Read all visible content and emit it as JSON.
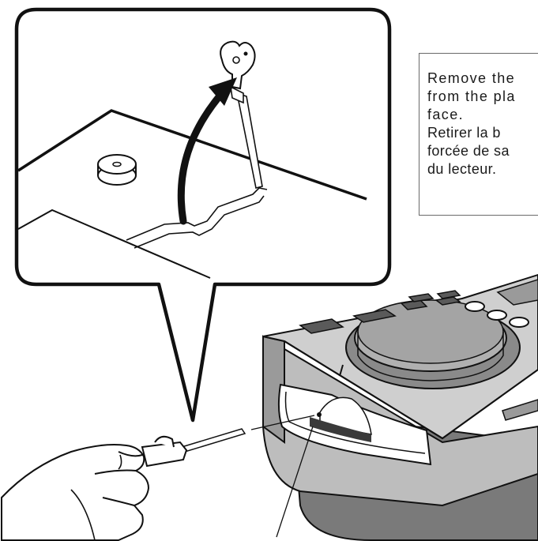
{
  "instructions": {
    "english": {
      "lines": [
        "Remove the",
        "from the pla",
        "face."
      ]
    },
    "french": {
      "lines": [
        "Retirer la b",
        "forcée de sa",
        "du lecteur."
      ]
    }
  },
  "colors": {
    "line": "#111111",
    "deck_body": "#c9c9c9",
    "deck_shadow": "#8f8f8f",
    "deck_dark": "#4a4a4a",
    "platter": "#a9a9a9",
    "slot": "#5a5a5a"
  },
  "icons": [
    "eject-pin-icon",
    "hand-icon",
    "cd-player-icon",
    "arrow-icon"
  ]
}
